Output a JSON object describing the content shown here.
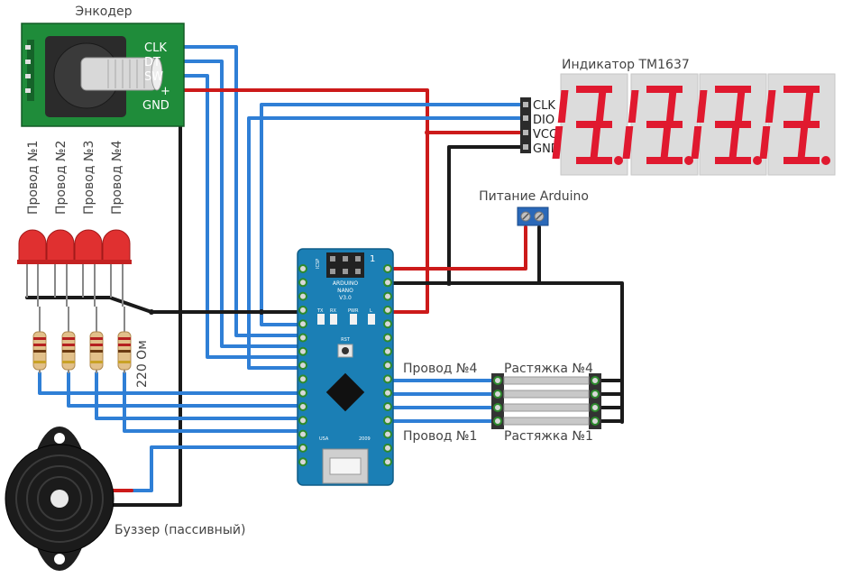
{
  "labels": {
    "encoder": "Энкодер",
    "display": "Индикатор ТМ1637",
    "arduino_power": "Питание Arduino",
    "resistor": "220 Ом",
    "buzzer": "Буззер (пассивный)",
    "wire4": "Провод №4",
    "wire1": "Провод №1",
    "tension4": "Растяжка №4",
    "tension1": "Растяжка №1"
  },
  "encoder_pins": [
    "CLK",
    "DT",
    "SW",
    "+",
    "GND"
  ],
  "display_pins": [
    "CLK",
    "DIO",
    "VCC",
    "GND"
  ],
  "led_labels": [
    "Провод №1",
    "Провод №2",
    "Провод №3",
    "Провод №4"
  ],
  "arduino": {
    "name1": "ARDUINO",
    "name2": "NANO",
    "name3": "V3.0",
    "one": "1",
    "usa": "USA",
    "year": "2009",
    "rst": "RST",
    "tx": "TX",
    "rx": "RX",
    "pwr": "PWR",
    "l": "L",
    "icsp": "ICSP"
  },
  "colors": {
    "wire_blue": "#2f7fd6",
    "wire_red": "#cc1a1a",
    "wire_black": "#1a1a1a",
    "board": "#1b7fb5",
    "encoder_pcb": "#1f8c3a",
    "display_bg": "#dcdcdc",
    "segment": "#e0192f"
  }
}
